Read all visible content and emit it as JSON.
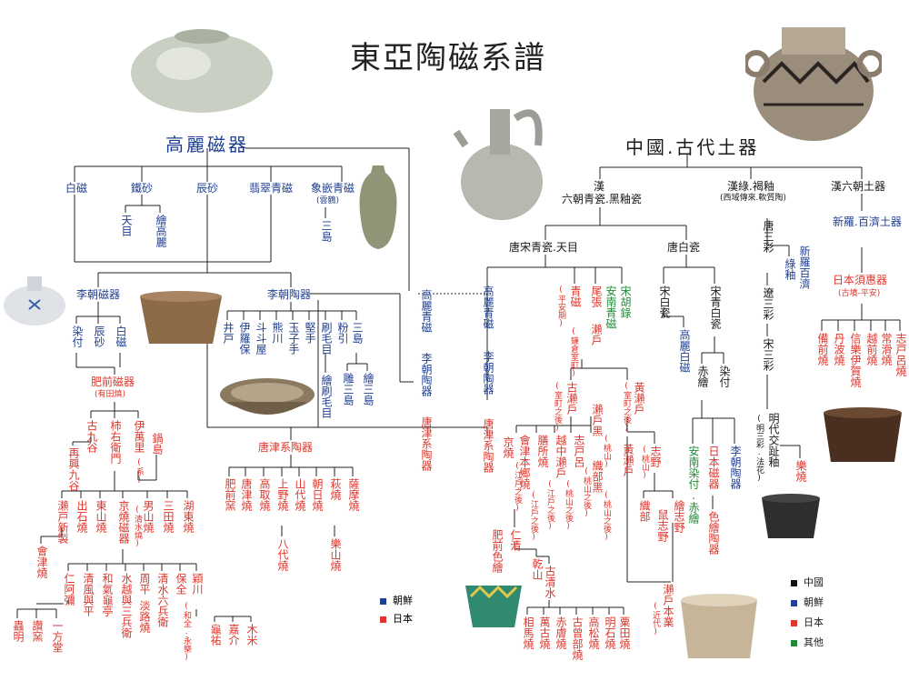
{
  "title": "東亞陶磁系譜",
  "korea": {
    "head": "高麗磁器",
    "baek": "白磁",
    "cheolsa": "鐵砂",
    "jinsa": "辰砂",
    "bichui": "翡翠青磁",
    "sanggam": "象嵌青磁",
    "sanggam_note": "(雲鶴)",
    "cheonmok": "天目",
    "hoegoryeo": "繪高麗",
    "samdo": "三島",
    "ijo_ja": "李朝磁器",
    "yeomchuk": "染付",
    "jinsa2": "辰砂",
    "baekja2": "白磁",
    "ijo_do": "李朝陶器",
    "row": [
      "井戸",
      "伊羅保",
      "斗斗屋",
      "熊川",
      "玉子手",
      "堅手",
      "刷毛目",
      "粉引",
      "三島"
    ],
    "hake2": "繪刷毛目",
    "hori_mishima": "雕三島",
    "e_mishima": "繪三島",
    "col_korai": "高麗青磁",
    "col_richo": "李朝陶器",
    "col_karatsu": "唐津系陶器"
  },
  "japan": {
    "hizen": "肥前磁器",
    "hizen_note": "(有田燒)",
    "kokutani": "古九谷",
    "saikokutani": "再興九谷",
    "kakiemon": "柿右衛門",
    "imari": "伊萬里",
    "imari_note": "(系)",
    "nabeshima": "鍋島",
    "row2": [
      "瀨戸新製",
      "出石燒",
      "東山燒",
      "京燒磁器",
      "男山燒",
      "三田燒",
      "湖東燒"
    ],
    "kiyomizu": "(清水燒)",
    "aizu": "會津燒",
    "row3": [
      "仁阿彌",
      "清風與平",
      "和氣龜亭",
      "水越與三兵衛",
      "周平",
      "清水六兵衛",
      "保全",
      "穎川"
    ],
    "hozen_note": "(和全.永樂)",
    "row3b": [
      "淡路燒"
    ],
    "row4": [
      "蟲明",
      "讚窯",
      "一方堂"
    ],
    "row4b": [
      "龜祐",
      "嘉介",
      "木米"
    ],
    "karatsu": "唐津系陶器",
    "karatsu_row": [
      "肥前窯",
      "唐津燒",
      "高取燒",
      "上野燒",
      "山代燒",
      "朝日燒",
      "萩燒",
      "薩摩燒"
    ],
    "yatsushiro": "八代燒",
    "rakuzan": "樂山燒"
  },
  "china": {
    "head": "中國.古代土器",
    "han": "漢",
    "rikucho": "六朝青瓷.黑釉瓷",
    "han_ryoku": "漢綠.褐釉",
    "han_ryoku_note": "(西域傳來.軟質陶)",
    "han_doki": "漢六朝土器",
    "tosou_seiji": "唐宋青瓷.天目",
    "tou_hakuji": "唐白瓷",
    "silla": "新羅.百濟土器",
    "silla2": "新羅百濟",
    "ryokuyu": "綠釉",
    "tousansai": "唐三彩",
    "ryosansai": "遼三彩",
    "sosansai": "宋三彩",
    "sueki": "日本須惠器",
    "sueki_note": "(古墳-平安)",
    "minsansai": "明代交趾釉",
    "minsansai_note": "(明三彩.法花)",
    "raku": "樂燒",
    "sueki_row": [
      "備前燒",
      "丹波燒",
      "信樂伊賀燒",
      "越前燒",
      "常滑燒",
      "志戸呂燒"
    ]
  },
  "seto": {
    "col_korai": "高麗青磁",
    "col_richo": "李朝陶器",
    "col_karatsu": "唐津系陶器",
    "seto_seiji": "青磁",
    "seto_note": "(平安期)",
    "owari": "尾張",
    "seto": "瀨戶",
    "seto_note2": "(鎌倉室町)",
    "annan": "安南青磁",
    "sokoku": "宋胡錄",
    "sou_hakuji": "宋白瓷",
    "sou_seihakuji": "宋青白瓷",
    "korai_hakuji": "高麗白磁",
    "akae": "赤繪",
    "sometsuke": "染付",
    "ko_seto": "古瀨戶",
    "ko_seto_note": "(室町之後)",
    "ki_seto": "黃瀨戶",
    "ki_seto_note": "(室町之後)",
    "setoguro": "瀨戶黑",
    "setoguro_note": "(桃山)",
    "oribe_kuro": "織部黑",
    "oribe_kuro_note": "(桃山之後)",
    "shino": "志戸呂",
    "shino_note": "(桃山之後)",
    "echizen_seto": "越中瀨戶",
    "echizen_note": "(桃山之後)",
    "zeze": "膳所燒",
    "zeze_note": "(江戶之後)",
    "aizu_hongo": "會津本鄉燒",
    "aizu_note": "(江戶之後)",
    "kyoyaki": "京燒",
    "kyoyaki_note": "(江戶之後)",
    "ki_setoyaki": "黃瀨戶",
    "shino2": "志野",
    "shino2_note": "(桃山)",
    "oribe": "織部",
    "e_shino": "繪志野",
    "nezumi": "鼠志野",
    "annan_akae": "安南染付.赤繪",
    "nihon_jiki": "日本磁器",
    "richo_toki": "李朝陶器",
    "iroe_toki": "色繪陶器",
    "hizen_iroe": "肥前色繪",
    "ninsei": "仁清",
    "kenzan": "乾山",
    "ko_kiyomizu": "古清水",
    "kiyomizu_row": [
      "相馬燒",
      "萬古燒",
      "赤膚燒",
      "古曾部燒",
      "高松燒",
      "明石燒",
      "粟田燒"
    ],
    "seto_honsho": "瀨戶本業",
    "seto_honsho_note": "(近代)"
  },
  "legend": {
    "left": [
      {
        "label": "朝鮮",
        "color": "#1f3f92"
      },
      {
        "label": "日本",
        "color": "#e0352b"
      }
    ],
    "right": [
      {
        "label": "中國",
        "color": "#111111"
      },
      {
        "label": "朝鮮",
        "color": "#1f3f92"
      },
      {
        "label": "日本",
        "color": "#e0352b"
      },
      {
        "label": "其他",
        "color": "#1e8b34"
      }
    ]
  }
}
